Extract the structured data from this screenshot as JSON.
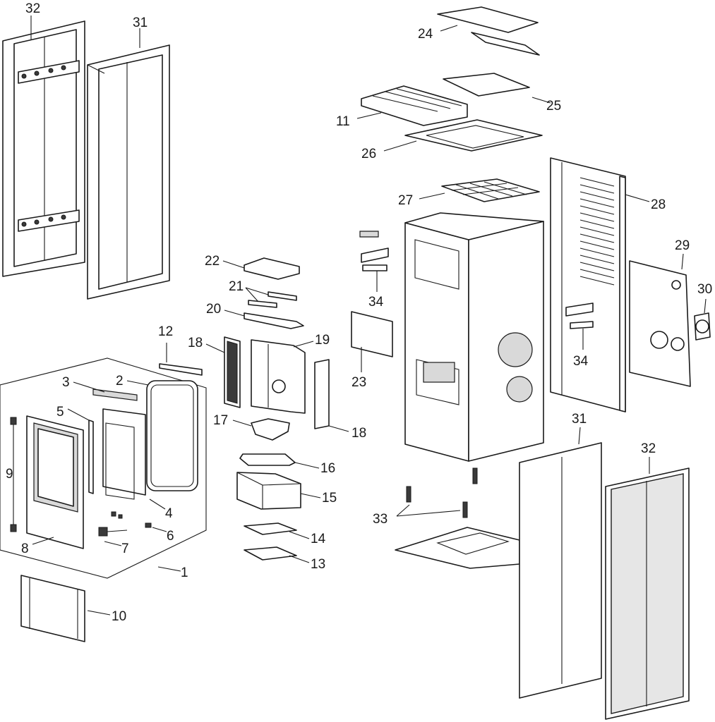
{
  "colors": {
    "line": "#1a1a1a",
    "fill": "#ffffff",
    "shade": "#d9d9d9",
    "glass": "#e6e6e6"
  },
  "callouts": {
    "c1": "1",
    "c2": "2",
    "c3": "3",
    "c4": "4",
    "c5": "5",
    "c6": "6",
    "c7": "7",
    "c8": "8",
    "c9": "9",
    "c10": "10",
    "c11": "11",
    "c12": "12",
    "c13": "13",
    "c14": "14",
    "c15": "15",
    "c16": "16",
    "c17": "17",
    "c18a": "18",
    "c18b": "18",
    "c19": "19",
    "c20": "20",
    "c21": "21",
    "c22": "22",
    "c23": "23",
    "c24": "24",
    "c25": "25",
    "c26": "26",
    "c27": "27",
    "c28": "28",
    "c29": "29",
    "c30": "30",
    "c31a": "31",
    "c31b": "31",
    "c32a": "32",
    "c32b": "32",
    "c33": "33",
    "c34a": "34",
    "c34b": "34"
  }
}
